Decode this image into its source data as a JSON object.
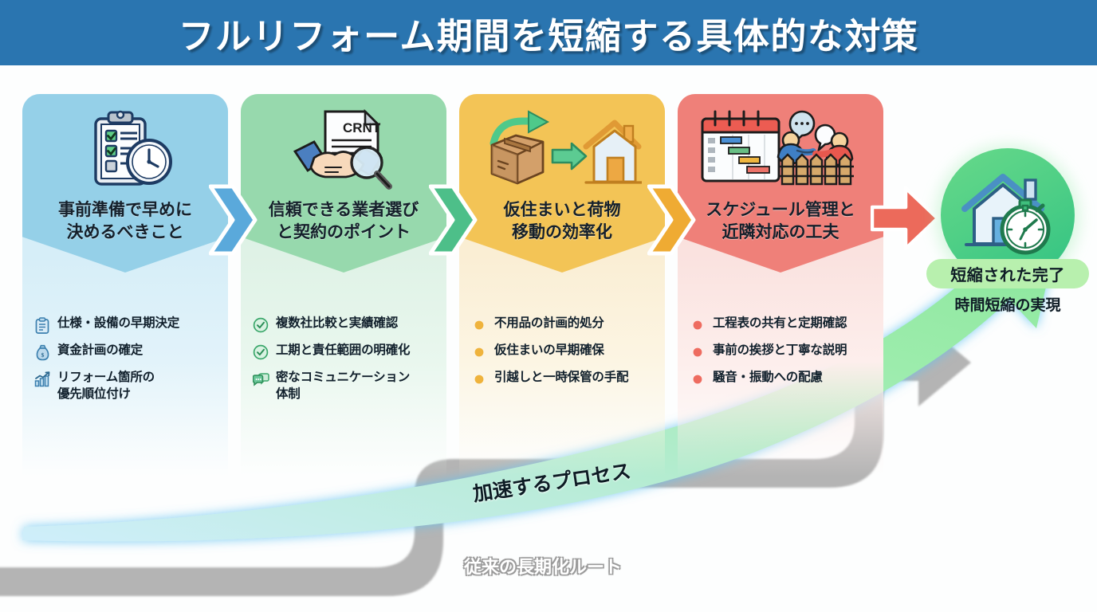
{
  "header": {
    "title": "フルリフォーム期間を短縮する具体的な対策",
    "bg_color": "#2a75b0"
  },
  "steps": [
    {
      "id": "step-1",
      "title": "事前準備で早めに\n決めるべきこと",
      "head_color": "#95d0e8",
      "body_color": "#d6eef8",
      "icon": "clipboard-checklist-clock-icon",
      "bullets": [
        {
          "icon": "clipboard-icon",
          "text": "仕様・設備の早期決定"
        },
        {
          "icon": "money-bag-icon",
          "text": "資金計画の確定"
        },
        {
          "icon": "growth-chart-icon",
          "text": "リフォーム箇所の\n優先順位付け"
        }
      ]
    },
    {
      "id": "step-2",
      "title": "信頼できる業者選び\nと契約のポイント",
      "head_color": "#97d9ad",
      "body_color": "#dff2e6",
      "icon": "handshake-contract-magnifier-icon",
      "icon_label": "CRNT",
      "bullets": [
        {
          "icon": "check-circle-icon",
          "text": "複数社比較と実績確認"
        },
        {
          "icon": "check-circle-icon",
          "text": "工期と責任範囲の明確化"
        },
        {
          "icon": "chat-bubbles-icon",
          "text": "密なコミュニケーション\n体制"
        }
      ]
    },
    {
      "id": "step-3",
      "title": "仮住まいと荷物\n移動の効率化",
      "head_color": "#f3c456",
      "body_color": "#faeed4",
      "icon": "moving-box-to-house-icon",
      "bullets": [
        {
          "icon": "dot-bullet-icon",
          "text": "不用品の計画的処分"
        },
        {
          "icon": "dot-bullet-icon",
          "text": "仮住まいの早期確保"
        },
        {
          "icon": "dot-bullet-icon",
          "text": "引越しと一時保管の手配"
        }
      ]
    },
    {
      "id": "step-4",
      "title": "スケジュール管理と\n近隣対応の工夫",
      "head_color": "#ef8079",
      "body_color": "#fae2df",
      "icon": "gantt-calendar-neighbors-icon",
      "bullets": [
        {
          "icon": "dot-bullet-icon",
          "text": "工程表の共有と定期確認"
        },
        {
          "icon": "dot-bullet-icon",
          "text": "事前の挨拶と丁寧な説明"
        },
        {
          "icon": "dot-bullet-icon",
          "text": "騒音・振動への配慮"
        }
      ]
    }
  ],
  "connectors": [
    {
      "id": "connector-1",
      "color": "#5aa9db"
    },
    {
      "id": "connector-2",
      "color": "#4dbf89"
    },
    {
      "id": "connector-3",
      "color": "#efab33"
    },
    {
      "id": "connector-4",
      "color": "#ec6a5b"
    }
  ],
  "result": {
    "icon": "house-stopwatch-icon",
    "badge_label": "短縮された完了",
    "sub_label": "時間短縮の実現",
    "circle_color": "#4fcf86",
    "badge_color": "#b8f0ae"
  },
  "flow": {
    "fast_label": "加速するプロセス",
    "fast_color": "#8ee89f",
    "slow_label": "従来の長期化ルート",
    "slow_color": "#b4b4b4"
  }
}
